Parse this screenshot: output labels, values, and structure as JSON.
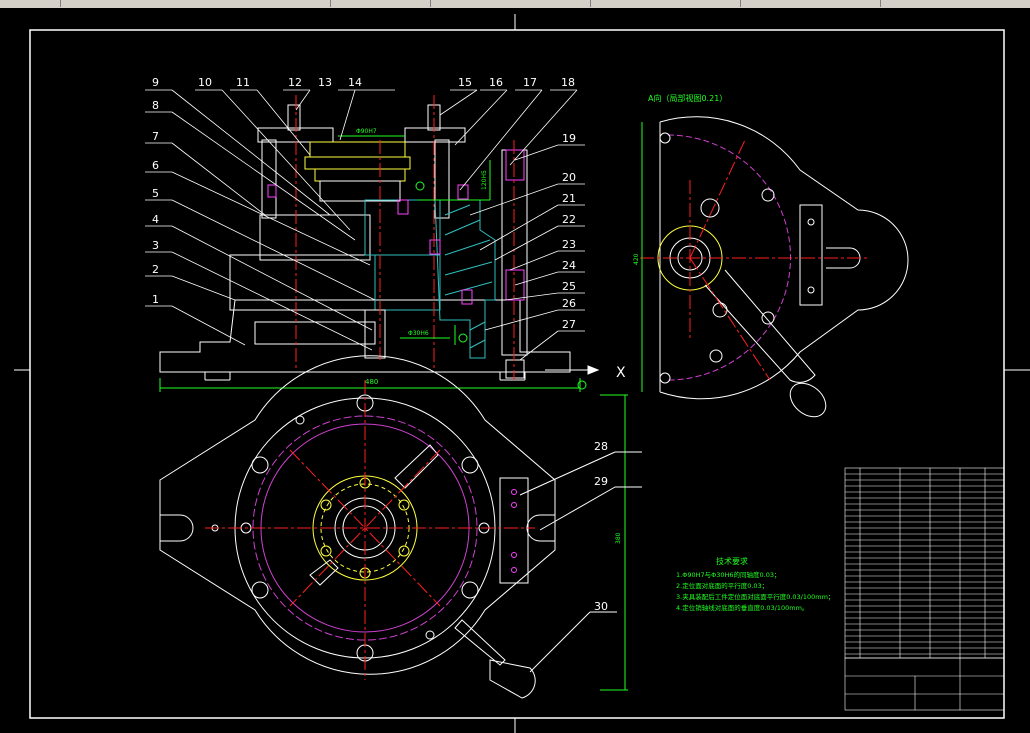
{
  "canvas": {
    "background": "#000000",
    "colors": {
      "outline": "#ffffff",
      "centerline": "#ff2020",
      "hidden": "#d040d0",
      "section": "#30c0c0",
      "dimension": "#20ff20",
      "highlight": "#ffff40",
      "accent": "#ff40ff"
    }
  },
  "front_view": {
    "part_numbers_top": [
      "9",
      "10",
      "11",
      "12",
      "13",
      "14",
      "15",
      "16",
      "17",
      "18"
    ],
    "part_numbers_left": [
      "8",
      "7",
      "6",
      "5",
      "4",
      "3",
      "2",
      "1"
    ],
    "part_numbers_right": [
      "19",
      "20",
      "21",
      "22",
      "23",
      "24",
      "25",
      "26",
      "27"
    ],
    "dim_bottom": "480",
    "dim_h7": "Φ90H7",
    "dim_h6": "Φ30H6",
    "dim_side": "120H5"
  },
  "side_view": {
    "title": "A向（局部视图0.21）",
    "dim_height": "420"
  },
  "section_letter": "X",
  "top_view": {
    "part_numbers": [
      "28",
      "29",
      "30"
    ],
    "dim_vertical": "380"
  },
  "tech_req": {
    "title": "技术要求",
    "items": [
      "1.Φ90H7与Φ30H6的同轴度0.03；",
      "2.定位面对底面的平行度0.03；",
      "3.夹具装配后工件定位面对底面平行度0.03/100mm；",
      "4.定位销轴线对底面的垂直度0.03/100mm。"
    ]
  }
}
